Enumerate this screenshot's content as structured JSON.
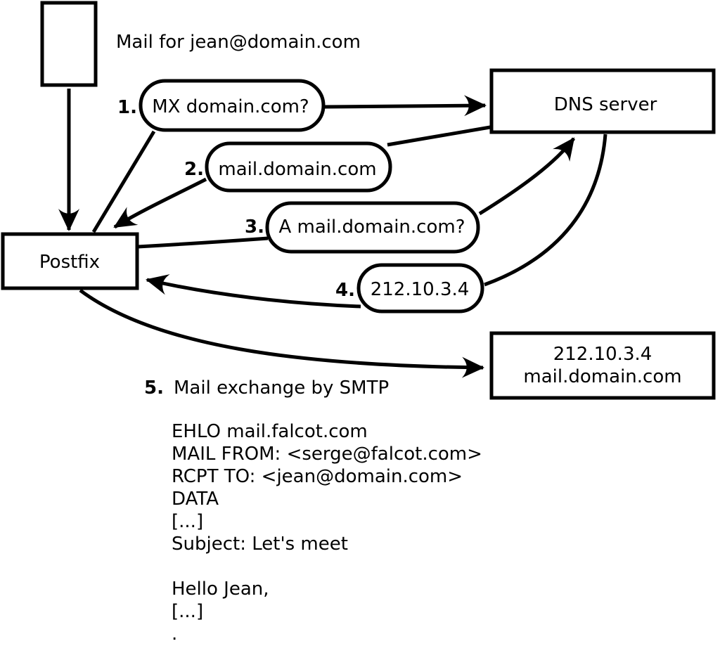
{
  "header": {
    "caption": "Mail for jean@domain.com"
  },
  "nodes": {
    "postfix": {
      "label": "Postfix"
    },
    "dns_server": {
      "label": "DNS server"
    },
    "mail_server": {
      "line1": "212.10.3.4",
      "line2": "mail.domain.com"
    }
  },
  "steps": [
    {
      "num": "1.",
      "label": "MX domain.com?"
    },
    {
      "num": "2.",
      "label": "mail.domain.com"
    },
    {
      "num": "3.",
      "label": "A mail.domain.com?"
    },
    {
      "num": "4.",
      "label": "212.10.3.4"
    },
    {
      "num": "5.",
      "label": "Mail exchange by SMTP"
    }
  ],
  "smtp_session": {
    "lines": [
      "EHLO mail.falcot.com",
      "MAIL FROM: <serge@falcot.com>",
      "RCPT TO: <jean@domain.com>",
      "DATA",
      "[...]",
      "Subject: Let's meet",
      "",
      "Hello Jean,",
      "[...]",
      "."
    ]
  },
  "colors": {
    "stroke": "#000000",
    "background": "#ffffff",
    "node_fill": "#ffffff"
  }
}
